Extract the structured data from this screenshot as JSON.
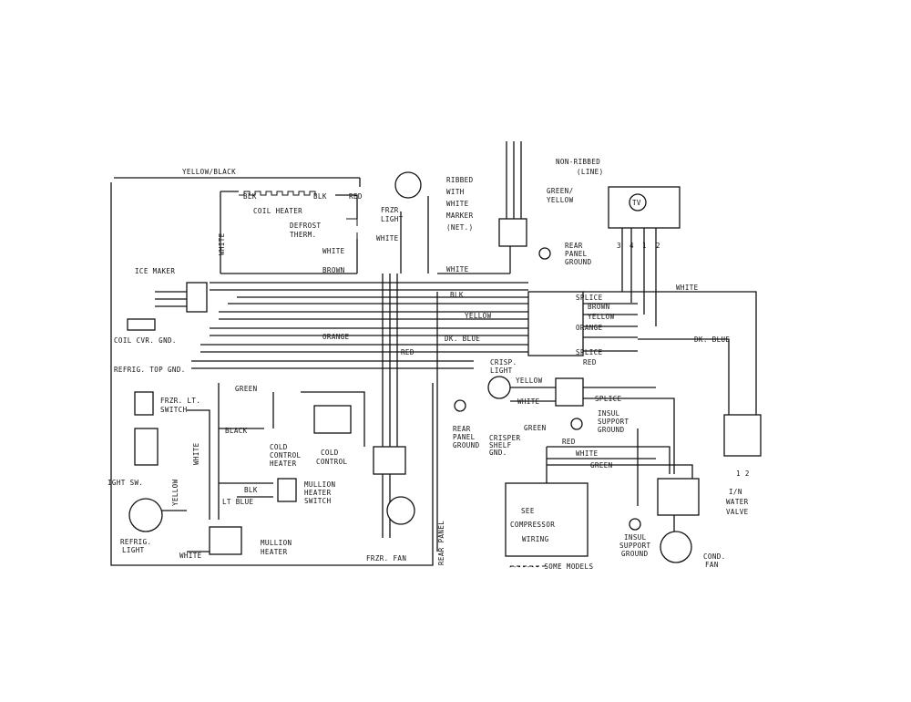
{
  "labels": {
    "yellow_black": "YELLOW/BLACK",
    "blk_left": "BLK",
    "blk_right": "BLK",
    "red_top": "RED",
    "coil_heater": "COIL HEATER",
    "defrost_therm_1": "DEFROST",
    "defrost_therm_2": "THERM.",
    "white_defrost": "WHITE",
    "white_vertical": "WHITE",
    "brown_top": "BROWN",
    "frzr_light_1": "FRZR.",
    "frzr_light_2": "LIGHT",
    "white_frzr_light": "WHITE",
    "ribbed_1": "RIBBED",
    "ribbed_2": "WITH",
    "ribbed_3": "WHITE",
    "ribbed_4": "MARKER",
    "ribbed_5": "(NET.)",
    "non_ribbed_1": "NON-RIBBED",
    "non_ribbed_2": "(LINE)",
    "green_yellow_1": "GREEN/",
    "green_yellow_2": "YELLOW",
    "rear_panel_ground_top_1": "REAR",
    "rear_panel_ground_top_2": "PANEL",
    "rear_panel_ground_top_3": "GROUND",
    "white_mid": "WHITE",
    "ice_maker": "ICE MAKER",
    "blk_mid": "BLK",
    "yellow_mid": "YELLOW",
    "orange_mid": "ORANGE",
    "dk_blue_mid": "DK. BLUE",
    "red_mid": "RED",
    "coil_cvr_gnd": "COIL CVR. GND.",
    "refrig_top_gnd": "REFRIG. TOP GND.",
    "green_left": "GREEN",
    "frzr_lt_switch_1": "FRZR. LT.",
    "frzr_lt_switch_2": "SWITCH",
    "black_left": "BLACK",
    "cold_control_heater_1": "COLD",
    "cold_control_heater_2": "CONTROL",
    "cold_control_heater_3": "HEATER",
    "cold_control_1": "COLD",
    "cold_control_2": "CONTROL",
    "white_left_vert": "WHITE",
    "light_sw": "IGHT SW.",
    "yellow_left_vert": "YELLOW",
    "blk_lower": "BLK",
    "lt_blue": "LT BLUE",
    "mullion_heater_switch_1": "MULLION",
    "mullion_heater_switch_2": "HEATER",
    "mullion_heater_switch_3": "SWITCH",
    "refrig_light_1": "REFRIG.",
    "refrig_light_2": "LIGHT",
    "white_bottom": "WHITE",
    "mullion_heater_1": "MULLION",
    "mullion_heater_2": "HEATER",
    "frzr_fan": "FRZR. FAN",
    "rear_panel_vert": "REAR PANEL",
    "rear_panel_ground_mid_1": "REAR",
    "rear_panel_ground_mid_2": "PANEL",
    "rear_panel_ground_mid_3": "GROUND",
    "tv_circle": "TV",
    "term_3": "3",
    "term_4": "4",
    "term_1": "1",
    "term_2": "2",
    "white_right": "WHITE",
    "splice_1": "SPLICE",
    "brown_right": "BROWN",
    "yellow_right": "YELLOW",
    "orange_right": "ORANGE",
    "dk_blue_right": "DK. BLUE",
    "splice_2": "SPLICE",
    "red_right": "RED",
    "crisp_light_1": "CRISP.",
    "crisp_light_2": "LIGHT",
    "yellow_crisp": "YELLOW",
    "white_crisp": "WHITE",
    "splice_3": "SPLICE",
    "green_crisper": "GREEN",
    "insul_support_ground_top_1": "INSUL",
    "insul_support_ground_top_2": "SUPPORT",
    "insul_support_ground_top_3": "GROUND",
    "crisper_shelf_gnd_1": "CRISPER",
    "crisper_shelf_gnd_2": "SHELF",
    "crisper_shelf_gnd_3": "GND.",
    "red_lower_right": "RED",
    "white_lower_right": "WHITE",
    "green_lower_right": "GREEN",
    "see_compressor_1": "SEE",
    "see_compressor_2": "COMPRESSOR",
    "see_compressor_3": "WIRING",
    "some_models": "------- SOME MODELS",
    "insul_support_ground_bot_1": "INSUL",
    "insul_support_ground_bot_2": "SUPPORT",
    "insul_support_ground_bot_3": "GROUND",
    "cond_fan_1": "COND.",
    "cond_fan_2": "FAN",
    "water_valve_1": "I/N",
    "water_valve_2": "WATER",
    "water_valve_3": "VALVE",
    "valve_terminals": "1 2"
  }
}
